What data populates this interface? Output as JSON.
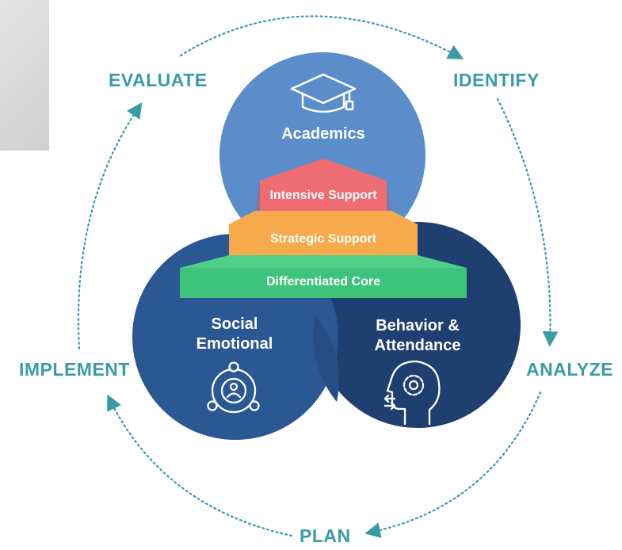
{
  "cycle": {
    "identify": "IDENTIFY",
    "analyze": "ANALYZE",
    "plan": "PLAN",
    "implement": "IMPLEMENT",
    "evaluate": "EVALUATE"
  },
  "circles": {
    "academics": "Academics",
    "social_emotional": [
      "Social",
      "Emotional"
    ],
    "behavior_attendance": [
      "Behavior &",
      "Attendance"
    ]
  },
  "tiers": {
    "intensive": "Intensive Support",
    "strategic": "Strategic Support",
    "core": "Differentiated Core"
  },
  "icons": {
    "academics": "graduation-cap-icon",
    "social_emotional": "person-network-icon",
    "behavior_attendance": "head-gear-icon"
  },
  "colors": {
    "cycle_accent": "#3a9ba8",
    "academics_circle": "#5a8dc9",
    "social_emotional_circle": "#2b5793",
    "behavior_attendance_circle": "#1f3f70",
    "intensive_tier": "#ef6c73",
    "strategic_tier": "#f7aa4b",
    "core_tier": "#3ec47a"
  }
}
